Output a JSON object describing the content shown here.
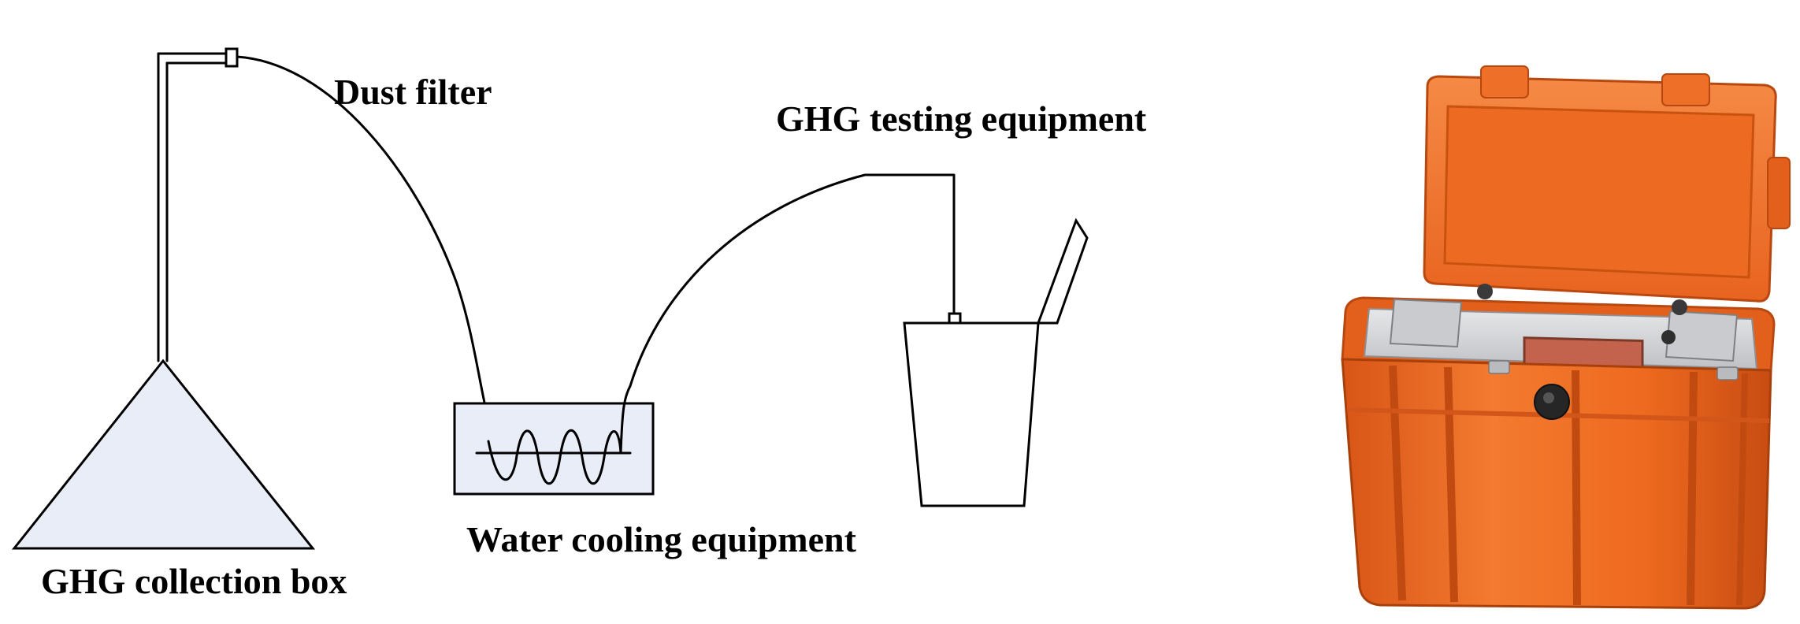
{
  "labels": {
    "dust_filter": "Dust filter",
    "testing_equipment": "GHG testing equipment",
    "cooling_equipment": "Water cooling equipment",
    "collection_box": "GHG collection box"
  },
  "colors": {
    "line": "#000000",
    "box_fill": "#e8edf8",
    "case_orange": "#f06a22",
    "case_dark": "#c24a12",
    "panel_silver": "#d6d7d9",
    "screen": "#c7604a",
    "background": "#ffffff"
  },
  "icons": {
    "instrument_photo": "portable-gas-analyzer-case"
  }
}
